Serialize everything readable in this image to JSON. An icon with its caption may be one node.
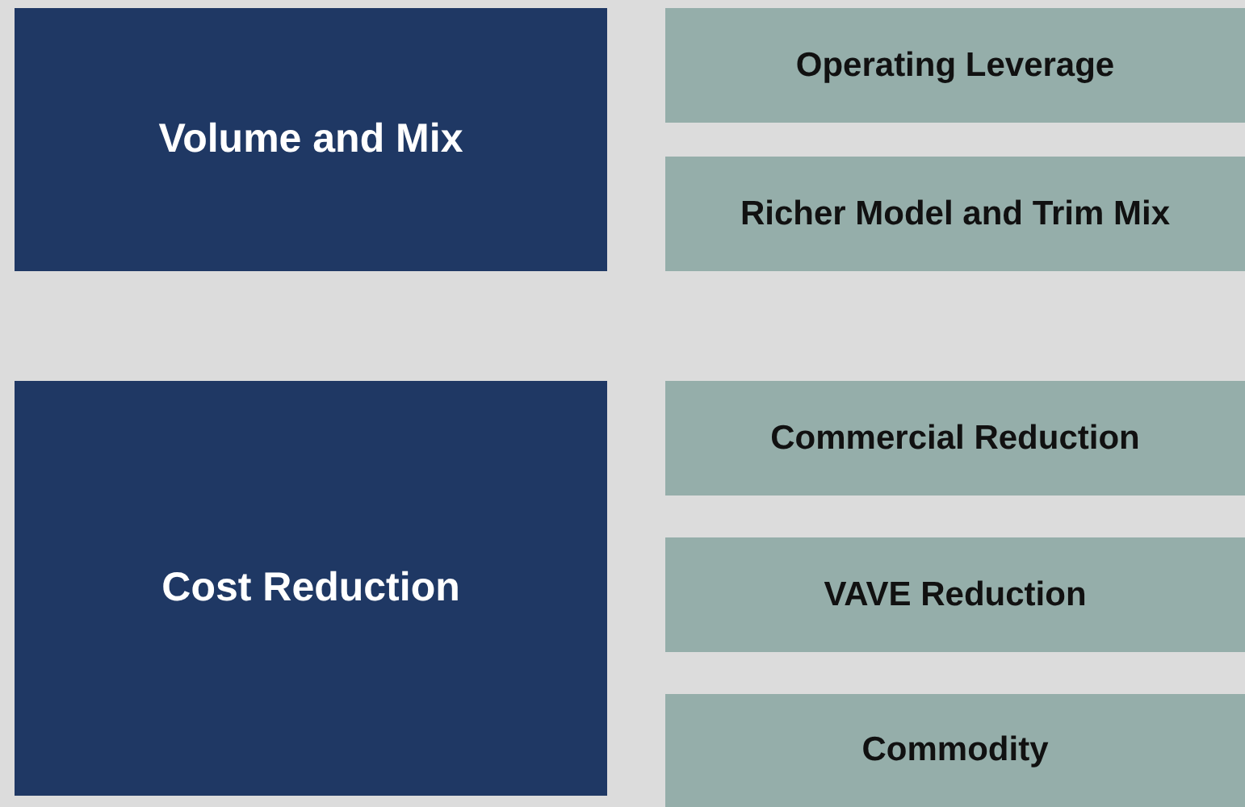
{
  "diagram": {
    "nodes": [
      {
        "text": [
          "Volume and Mix"
        ]
      },
      {
        "text": [
          "Operating Leverage"
        ]
      },
      {
        "text": [
          "Richer Model and Trim Mix"
        ]
      },
      {
        "text": [
          "Cost Reduction"
        ]
      },
      {
        "text": [
          "Commercial Reduction"
        ]
      },
      {
        "text": [
          "VAVE Reduction"
        ]
      },
      {
        "text": [
          "Commodity"
        ]
      }
    ]
  }
}
